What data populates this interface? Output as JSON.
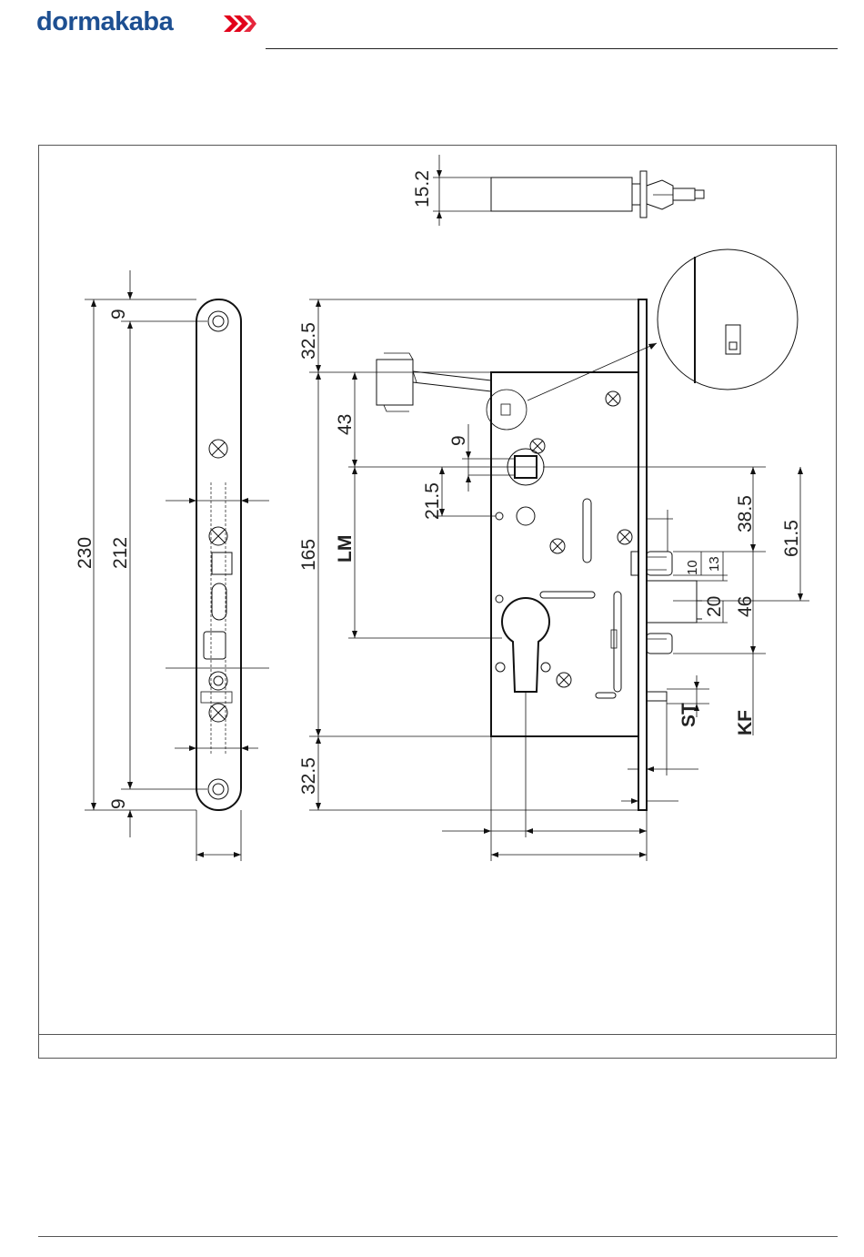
{
  "brand": {
    "name": "dormakaba",
    "color": "#1d4f91",
    "mark_color": "#e2001a",
    "logo_icon": "dormakaba-chevron-mark"
  },
  "dimensions": {
    "strike_plate": {
      "height_total": "230",
      "hole_spacing": "212",
      "top_offset": "9",
      "bottom_offset": "9"
    },
    "lock_body": {
      "top_offset": "32.5",
      "body_height": "165",
      "bottom_offset": "32.5",
      "spindle_from_top": "43",
      "backset_label": "LM",
      "follower_offset": "9",
      "follower_to_hole": "21.5"
    },
    "latch_side": {
      "to_latch": "38.5",
      "to_deadbolt": "61.5",
      "latch_height": "10",
      "latch_gap": "13",
      "deadbolt_height": "20",
      "bolt_spacing": "46",
      "st_label": "ST",
      "kf_label": "KF"
    },
    "cable": {
      "cable_height": "15.2"
    }
  }
}
